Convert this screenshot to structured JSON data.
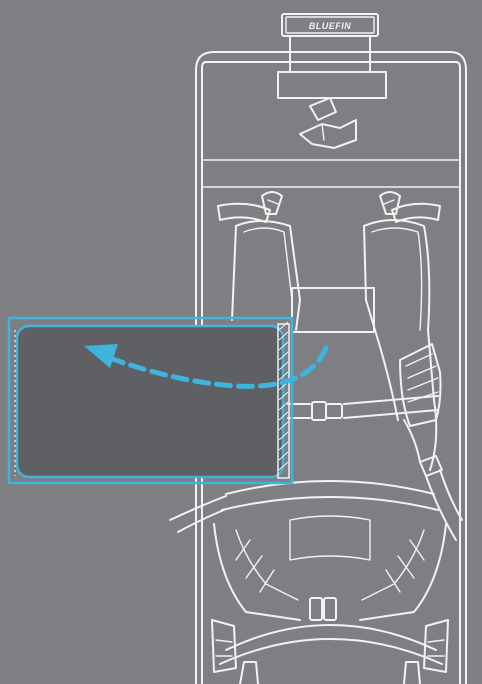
{
  "brand": {
    "name": "BLUEFIN",
    "logo": "logo-wordmark-text"
  },
  "diagram": {
    "subject": "backpack-board-carry-illustration",
    "icons": [
      "board-outline",
      "insert-arrow-icon",
      "strap-buckle-icon"
    ]
  },
  "colors": {
    "background": "#7d7f82",
    "lines": "#f2f2f2",
    "highlight": "#3fb4df",
    "panel_fill": "#5e6064"
  }
}
